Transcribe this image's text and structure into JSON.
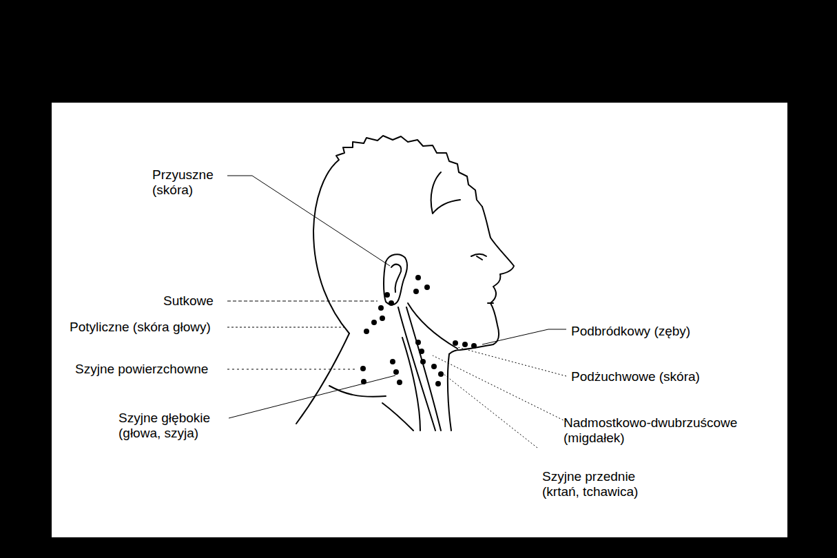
{
  "diagram": {
    "labels": [
      "Przyuszne (skóra)",
      "Sutkowe",
      "Potyliczne (skóra głowy)",
      "Podbródkowy (zęby)",
      "Szyjne powierzchowne",
      "Podżuchwowe (skóra)",
      "Szyjne głębokie (głowa, szyja)",
      "Nadmostkowo-dwubrzuścowe (migdałek)",
      "Szyjne przednie (krtań, tchawica)"
    ]
  }
}
